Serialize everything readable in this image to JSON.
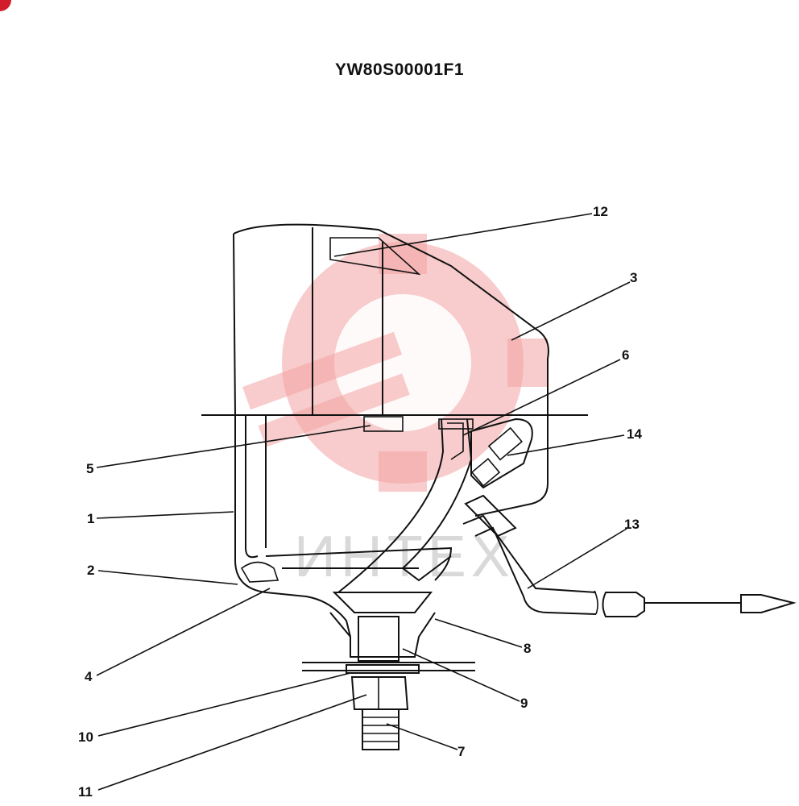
{
  "diagram": {
    "code": "YW80S00001F1",
    "callouts": [
      "1",
      "2",
      "3",
      "4",
      "5",
      "6",
      "7",
      "8",
      "9",
      "10",
      "11",
      "12",
      "13",
      "14"
    ]
  },
  "colors": {
    "watermark": "#f2a3a3",
    "corner_badge": "#d21c2c",
    "line": "#111111"
  }
}
